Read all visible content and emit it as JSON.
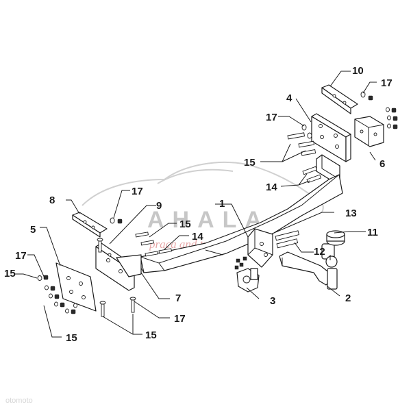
{
  "watermark": {
    "brand": "AHALA",
    "tagline": "praca and travel",
    "corner": "otomoto"
  },
  "callouts": {
    "n1": "1",
    "n2": "2",
    "n3": "3",
    "n4": "4",
    "n5": "5",
    "n6": "6",
    "n7": "7",
    "n8": "8",
    "n9": "9",
    "n10": "10",
    "n11": "11",
    "n12": "12",
    "n13": "13",
    "n14a": "14",
    "n14b": "14",
    "n15a": "15",
    "n15b": "15",
    "n15c": "15",
    "n15d": "15",
    "n15e": "15",
    "n17a": "17",
    "n17b": "17",
    "n17c": "17",
    "n17d": "17",
    "n17e": "17"
  }
}
